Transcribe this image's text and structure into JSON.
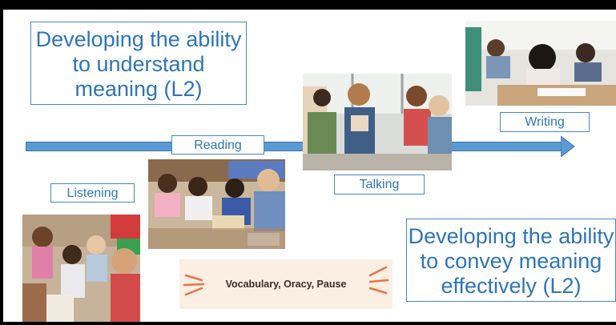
{
  "top_box": {
    "lines": [
      "Developing the ability",
      "to understand",
      "meaning (L2)"
    ]
  },
  "bottom_box": {
    "lines": [
      "Developing the ability",
      "to convey meaning",
      "effectively (L2)"
    ]
  },
  "stages": {
    "listening": "Listening",
    "reading": "Reading",
    "talking": "Talking",
    "writing": "Writing"
  },
  "banner": {
    "text": "Vocabulary, Oracy, Pause"
  },
  "colors": {
    "accent": "#2e75b6",
    "arrow": "#5b9bd5",
    "banner_bg": "#fbeee3",
    "banner_marks": "#e8734a"
  }
}
